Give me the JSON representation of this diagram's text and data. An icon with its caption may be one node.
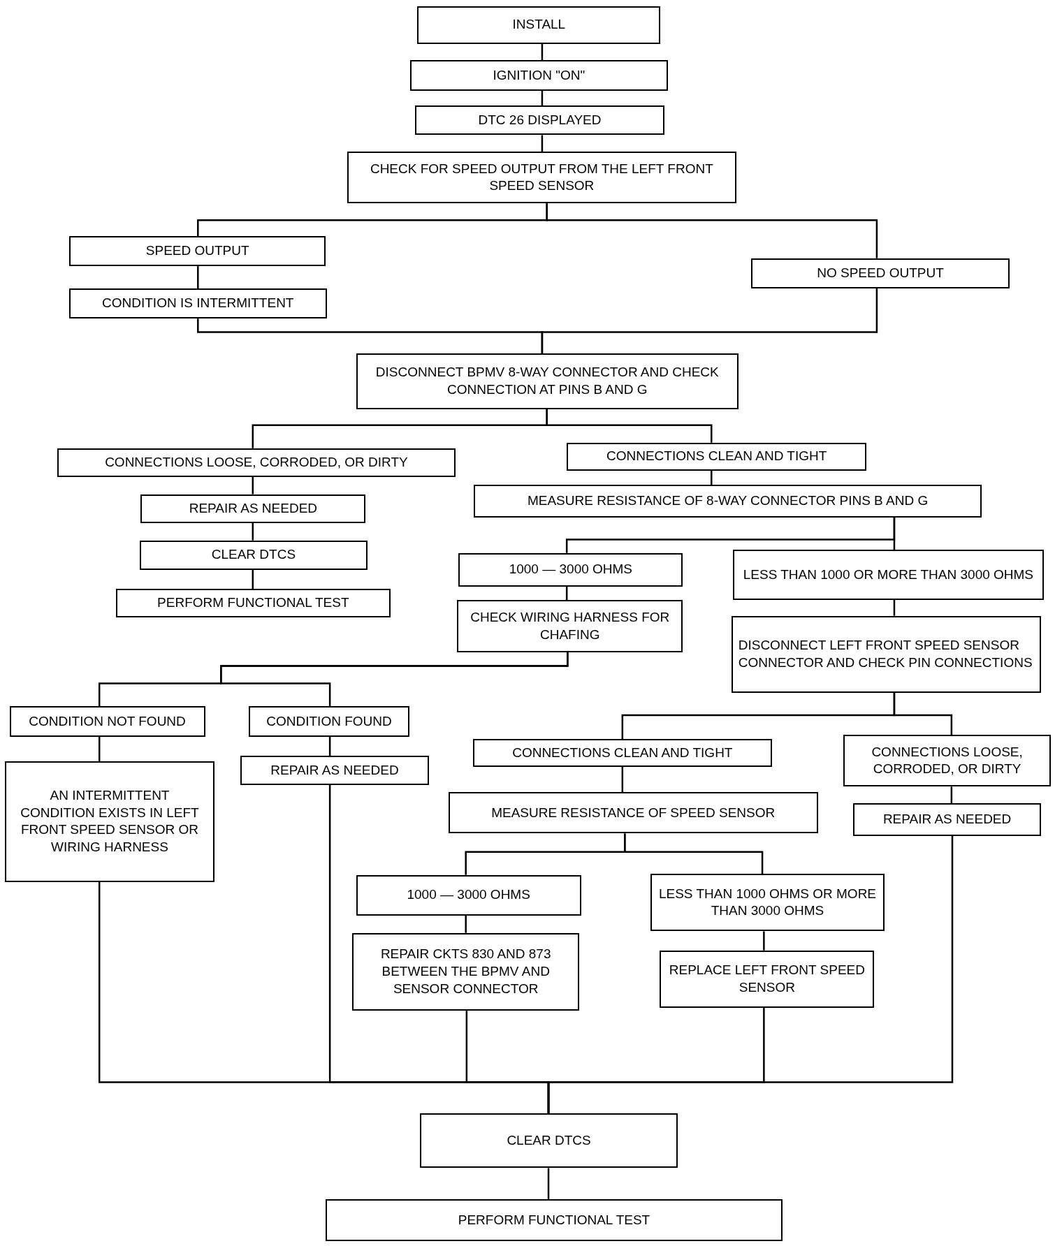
{
  "diagram": {
    "nodes": [
      {
        "text": [
          "INSTALL"
        ]
      },
      {
        "text": [
          "IGNITION \"ON\""
        ]
      },
      {
        "text": [
          "DTC 26 DISPLAYED"
        ]
      },
      {
        "text": [
          "CHECK FOR SPEED OUTPUT FROM THE LEFT FRONT SPEED SENSOR"
        ]
      },
      {
        "text": [
          "SPEED OUTPUT"
        ]
      },
      {
        "text": [
          "CONDITION IS INTERMITTENT"
        ]
      },
      {
        "text": [
          "NO SPEED OUTPUT"
        ]
      },
      {
        "text": [
          "DISCONNECT BPMV 8-WAY CONNECTOR AND CHECK CONNECTION AT PINS B AND G"
        ]
      },
      {
        "text": [
          "CONNECTIONS LOOSE, CORRODED, OR DIRTY"
        ]
      },
      {
        "text": [
          "REPAIR AS NEEDED"
        ]
      },
      {
        "text": [
          "CLEAR DTCS"
        ]
      },
      {
        "text": [
          "PERFORM FUNCTIONAL TEST"
        ]
      },
      {
        "text": [
          "CONNECTIONS CLEAN AND TIGHT"
        ]
      },
      {
        "text": [
          "MEASURE RESISTANCE OF 8-WAY CONNECTOR PINS B AND G"
        ]
      },
      {
        "text": [
          "1000 — 3000 OHMS"
        ]
      },
      {
        "text": [
          "LESS THAN 1000 OR MORE THAN 3000 OHMS"
        ]
      },
      {
        "text": [
          "CHECK WIRING HARNESS FOR CHAFING"
        ]
      },
      {
        "text": [
          "DISCONNECT LEFT FRONT SPEED SENSOR CONNECTOR AND CHECK PIN CONNECTIONS"
        ]
      },
      {
        "text": [
          "CONDITION NOT FOUND"
        ]
      },
      {
        "text": [
          "CONDITION FOUND"
        ]
      },
      {
        "text": [
          "AN INTERMITTENT CONDITION EXISTS IN LEFT FRONT SPEED SENSOR OR WIRING HARNESS"
        ]
      },
      {
        "text": [
          "REPAIR AS NEEDED"
        ]
      },
      {
        "text": [
          "CONNECTIONS CLEAN AND TIGHT"
        ]
      },
      {
        "text": [
          "CONNECTIONS LOOSE, CORRODED, OR DIRTY"
        ]
      },
      {
        "text": [
          "MEASURE RESISTANCE OF SPEED SENSOR"
        ]
      },
      {
        "text": [
          "REPAIR AS NEEDED"
        ]
      },
      {
        "text": [
          "1000 — 3000 OHMS"
        ]
      },
      {
        "text": [
          "LESS THAN 1000 OHMS OR MORE THAN 3000 OHMS"
        ]
      },
      {
        "text": [
          "REPAIR CKTS 830 AND 873 BETWEEN THE BPMV AND SENSOR CONNECTOR"
        ]
      },
      {
        "text": [
          "REPLACE LEFT FRONT SPEED SENSOR"
        ]
      },
      {
        "text": [
          "CLEAR DTCS"
        ]
      },
      {
        "text": [
          "PERFORM FUNCTIONAL TEST"
        ]
      }
    ],
    "edges": [
      {
        "from": 0,
        "to": 1,
        "arrow": "none"
      },
      {
        "from": 1,
        "to": 2,
        "arrow": "none"
      },
      {
        "from": 2,
        "to": 3,
        "arrow": "none"
      },
      {
        "from": 3,
        "to": 4,
        "arrow": "none"
      },
      {
        "from": 3,
        "to": 6,
        "arrow": "none"
      },
      {
        "from": 4,
        "to": 5,
        "arrow": "none"
      },
      {
        "from": 5,
        "to": 7,
        "arrow": "none"
      },
      {
        "from": 6,
        "to": 7,
        "arrow": "none"
      },
      {
        "from": 7,
        "to": 8,
        "arrow": "none"
      },
      {
        "from": 7,
        "to": 12,
        "arrow": "none"
      },
      {
        "from": 8,
        "to": 9,
        "arrow": "none"
      },
      {
        "from": 9,
        "to": 10,
        "arrow": "none"
      },
      {
        "from": 10,
        "to": 11,
        "arrow": "none"
      },
      {
        "from": 12,
        "to": 13,
        "arrow": "none"
      },
      {
        "from": 13,
        "to": 14,
        "arrow": "none"
      },
      {
        "from": 13,
        "to": 15,
        "arrow": "none"
      },
      {
        "from": 14,
        "to": 16,
        "arrow": "none"
      },
      {
        "from": 16,
        "to": 18,
        "arrow": "none"
      },
      {
        "from": 16,
        "to": 19,
        "arrow": "none"
      },
      {
        "from": 15,
        "to": 17,
        "arrow": "none"
      },
      {
        "from": 17,
        "to": 22,
        "arrow": "none"
      },
      {
        "from": 17,
        "to": 23,
        "arrow": "none"
      },
      {
        "from": 18,
        "to": 20,
        "arrow": "none"
      },
      {
        "from": 19,
        "to": 21,
        "arrow": "none"
      },
      {
        "from": 22,
        "to": 24,
        "arrow": "none"
      },
      {
        "from": 23,
        "to": 25,
        "arrow": "none"
      },
      {
        "from": 24,
        "to": 26,
        "arrow": "none"
      },
      {
        "from": 24,
        "to": 27,
        "arrow": "none"
      },
      {
        "from": 26,
        "to": 28,
        "arrow": "none"
      },
      {
        "from": 27,
        "to": 29,
        "arrow": "none"
      },
      {
        "from": 20,
        "to": 30,
        "arrow": "none"
      },
      {
        "from": 21,
        "to": 30,
        "arrow": "none"
      },
      {
        "from": 28,
        "to": 30,
        "arrow": "none"
      },
      {
        "from": 29,
        "to": 30,
        "arrow": "none"
      },
      {
        "from": 25,
        "to": 30,
        "arrow": "none"
      },
      {
        "from": 30,
        "to": 31,
        "arrow": "none"
      }
    ]
  }
}
